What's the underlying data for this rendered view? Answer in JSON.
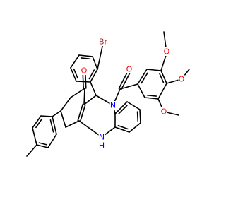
{
  "colors": {
    "background": "#ffffff",
    "bond": "#000000",
    "C": "#000000",
    "O": "#ff0000",
    "N": "#0000ff",
    "Br": "#a52a2a"
  },
  "atom_labels": [
    {
      "name": "bromine-label",
      "element": "Br",
      "text": "Br"
    },
    {
      "name": "ketone-oxygen-label",
      "element": "O",
      "text": "O"
    },
    {
      "name": "amide-oxygen-label",
      "element": "O",
      "text": "O"
    },
    {
      "name": "ring-nitrogen-label",
      "element": "N",
      "text": "N"
    },
    {
      "name": "amine-nh-label",
      "element": "N",
      "text": "N"
    },
    {
      "name": "amine-h-label",
      "element": "N",
      "text": "H"
    },
    {
      "name": "methoxy-oxygen-1-label",
      "element": "O",
      "text": "O"
    },
    {
      "name": "methoxy-oxygen-2-label",
      "element": "O",
      "text": "O"
    },
    {
      "name": "methoxy-oxygen-3-label",
      "element": "O",
      "text": "O"
    }
  ]
}
